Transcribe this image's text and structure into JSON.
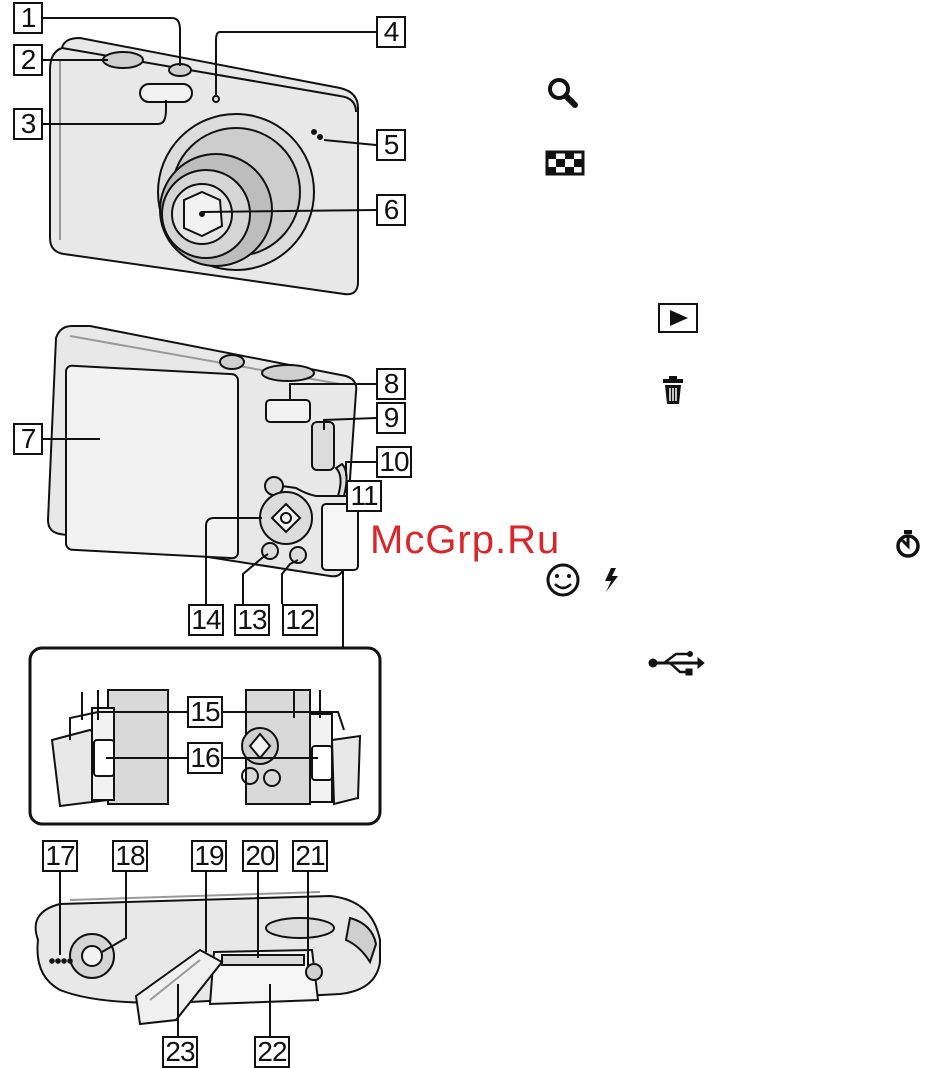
{
  "callouts": [
    {
      "n": "1"
    },
    {
      "n": "2"
    },
    {
      "n": "3"
    },
    {
      "n": "4"
    },
    {
      "n": "5"
    },
    {
      "n": "6"
    },
    {
      "n": "7"
    },
    {
      "n": "8"
    },
    {
      "n": "9"
    },
    {
      "n": "10"
    },
    {
      "n": "11"
    },
    {
      "n": "12"
    },
    {
      "n": "13"
    },
    {
      "n": "14"
    },
    {
      "n": "15"
    },
    {
      "n": "16"
    },
    {
      "n": "17"
    },
    {
      "n": "18"
    },
    {
      "n": "19"
    },
    {
      "n": "20"
    },
    {
      "n": "21"
    },
    {
      "n": "22"
    },
    {
      "n": "23"
    }
  ],
  "watermark": "McGrp.Ru",
  "icons": [
    "zoom-magnifier-icon",
    "index-grid-icon",
    "playback-icon",
    "delete-trash-icon",
    "self-timer-icon",
    "smile-face-icon",
    "flash-icon",
    "usb-icon"
  ],
  "colors": {
    "line": "#111111",
    "watermark": "#d8262a"
  }
}
